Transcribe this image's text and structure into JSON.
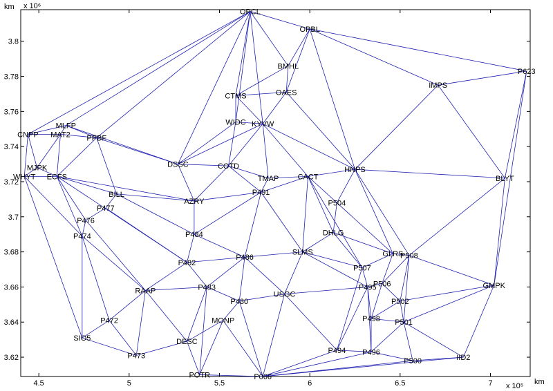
{
  "chart_data": {
    "type": "scatter",
    "title": "",
    "xlabel": "km",
    "ylabel": "km",
    "x_exponent_label": "x 10⁵",
    "y_exponent_label": "x 10⁶",
    "xlim": [
      4.4,
      7.22
    ],
    "ylim": [
      3.609,
      3.818
    ],
    "x_scale": 100000,
    "y_scale": 1000000,
    "x_ticks": [
      "4.5",
      "5",
      "5.5",
      "6",
      "6.5",
      "7"
    ],
    "y_ticks": [
      "3.62",
      "3.64",
      "3.66",
      "3.68",
      "3.7",
      "3.72",
      "3.74",
      "3.76",
      "3.78",
      "3.8"
    ],
    "x_tick_values": [
      4.5,
      5.0,
      5.5,
      6.0,
      6.5,
      7.0
    ],
    "y_tick_values": [
      3.62,
      3.64,
      3.66,
      3.68,
      3.7,
      3.72,
      3.74,
      3.76,
      3.78,
      3.8
    ],
    "grid": false,
    "edge_color": "#2020b0",
    "nodes": [
      {
        "name": "OPCL",
        "x": 5.67,
        "y": 3.817
      },
      {
        "name": "OPBL",
        "x": 6.0,
        "y": 3.807
      },
      {
        "name": "BMHL",
        "x": 5.88,
        "y": 3.786
      },
      {
        "name": "OAES",
        "x": 5.87,
        "y": 3.771
      },
      {
        "name": "CTMS",
        "x": 5.59,
        "y": 3.769
      },
      {
        "name": "IMPS",
        "x": 6.71,
        "y": 3.775
      },
      {
        "name": "P623",
        "x": 7.2,
        "y": 3.783
      },
      {
        "name": "WIDC",
        "x": 5.59,
        "y": 3.754
      },
      {
        "name": "KYVW",
        "x": 5.74,
        "y": 3.753
      },
      {
        "name": "MLFP",
        "x": 4.65,
        "y": 3.752
      },
      {
        "name": "CNPP",
        "x": 4.44,
        "y": 3.747
      },
      {
        "name": "MAT2",
        "x": 4.62,
        "y": 3.747
      },
      {
        "name": "PPBF",
        "x": 4.82,
        "y": 3.745
      },
      {
        "name": "DSSC",
        "x": 5.27,
        "y": 3.73
      },
      {
        "name": "COTD",
        "x": 5.55,
        "y": 3.729
      },
      {
        "name": "HNPS",
        "x": 6.25,
        "y": 3.727
      },
      {
        "name": "MJPK",
        "x": 4.49,
        "y": 3.728
      },
      {
        "name": "WHYT",
        "x": 4.42,
        "y": 3.723
      },
      {
        "name": "ECFS",
        "x": 4.6,
        "y": 3.723
      },
      {
        "name": "CACT",
        "x": 5.99,
        "y": 3.723
      },
      {
        "name": "TMAP",
        "x": 5.77,
        "y": 3.722
      },
      {
        "name": "BLYT",
        "x": 7.08,
        "y": 3.722
      },
      {
        "name": "BILL",
        "x": 4.93,
        "y": 3.713
      },
      {
        "name": "P491",
        "x": 5.73,
        "y": 3.714
      },
      {
        "name": "AZRY",
        "x": 5.36,
        "y": 3.709
      },
      {
        "name": "P504",
        "x": 6.15,
        "y": 3.708
      },
      {
        "name": "P477",
        "x": 4.87,
        "y": 3.705
      },
      {
        "name": "P476",
        "x": 4.76,
        "y": 3.698
      },
      {
        "name": "DHLG",
        "x": 6.13,
        "y": 3.691
      },
      {
        "name": "P484",
        "x": 5.36,
        "y": 3.69
      },
      {
        "name": "P474",
        "x": 4.74,
        "y": 3.689
      },
      {
        "name": "SLMS",
        "x": 5.96,
        "y": 3.68
      },
      {
        "name": "GLRS",
        "x": 6.46,
        "y": 3.679
      },
      {
        "name": "P508",
        "x": 6.55,
        "y": 3.678
      },
      {
        "name": "P486",
        "x": 5.64,
        "y": 3.677
      },
      {
        "name": "P482",
        "x": 5.32,
        "y": 3.674
      },
      {
        "name": "P507",
        "x": 6.29,
        "y": 3.671
      },
      {
        "name": "P506",
        "x": 6.4,
        "y": 3.662
      },
      {
        "name": "GMPK",
        "x": 7.02,
        "y": 3.661
      },
      {
        "name": "P483",
        "x": 5.43,
        "y": 3.66
      },
      {
        "name": "P495",
        "x": 6.32,
        "y": 3.66
      },
      {
        "name": "RAAP",
        "x": 5.09,
        "y": 3.658
      },
      {
        "name": "USGC",
        "x": 5.86,
        "y": 3.656
      },
      {
        "name": "P502",
        "x": 6.5,
        "y": 3.652
      },
      {
        "name": "P480",
        "x": 5.61,
        "y": 3.652
      },
      {
        "name": "P498",
        "x": 6.34,
        "y": 3.642
      },
      {
        "name": "P501",
        "x": 6.52,
        "y": 3.64
      },
      {
        "name": "P472",
        "x": 4.89,
        "y": 3.641
      },
      {
        "name": "MONP",
        "x": 5.52,
        "y": 3.641
      },
      {
        "name": "SIO5",
        "x": 4.74,
        "y": 3.631
      },
      {
        "name": "DESC",
        "x": 5.32,
        "y": 3.629
      },
      {
        "name": "P494",
        "x": 6.15,
        "y": 3.624
      },
      {
        "name": "P496",
        "x": 6.34,
        "y": 3.623
      },
      {
        "name": "P473",
        "x": 5.04,
        "y": 3.621
      },
      {
        "name": "IID2",
        "x": 6.85,
        "y": 3.62
      },
      {
        "name": "P500",
        "x": 6.57,
        "y": 3.618
      },
      {
        "name": "POTR",
        "x": 5.39,
        "y": 3.61
      },
      {
        "name": "P066",
        "x": 5.74,
        "y": 3.609
      }
    ],
    "edges": [
      [
        "OPCL",
        "OPBL"
      ],
      [
        "OPCL",
        "BMHL"
      ],
      [
        "OPCL",
        "CTMS"
      ],
      [
        "OPCL",
        "WIDC"
      ],
      [
        "OPCL",
        "KYVW"
      ],
      [
        "OPCL",
        "DSSC"
      ],
      [
        "OPCL",
        "MLFP"
      ],
      [
        "OPCL",
        "CNPP"
      ],
      [
        "OPCL",
        "PPBF"
      ],
      [
        "OPBL",
        "BMHL"
      ],
      [
        "OPBL",
        "OAES"
      ],
      [
        "OPBL",
        "P623"
      ],
      [
        "OPBL",
        "IMPS"
      ],
      [
        "OPBL",
        "HNPS"
      ],
      [
        "BMHL",
        "CTMS"
      ],
      [
        "BMHL",
        "OAES"
      ],
      [
        "CTMS",
        "OAES"
      ],
      [
        "CTMS",
        "WIDC"
      ],
      [
        "CTMS",
        "KYVW"
      ],
      [
        "OAES",
        "KYVW"
      ],
      [
        "OAES",
        "HNPS"
      ],
      [
        "IMPS",
        "P623"
      ],
      [
        "IMPS",
        "HNPS"
      ],
      [
        "IMPS",
        "BLYT"
      ],
      [
        "P623",
        "BLYT"
      ],
      [
        "P623",
        "GMPK"
      ],
      [
        "WIDC",
        "KYVW"
      ],
      [
        "WIDC",
        "COTD"
      ],
      [
        "WIDC",
        "DSSC"
      ],
      [
        "KYVW",
        "DSSC"
      ],
      [
        "KYVW",
        "COTD"
      ],
      [
        "KYVW",
        "TMAP"
      ],
      [
        "KYVW",
        "CACT"
      ],
      [
        "KYVW",
        "HNPS"
      ],
      [
        "DSSC",
        "MLFP"
      ],
      [
        "DSSC",
        "PPBF"
      ],
      [
        "DSSC",
        "COTD"
      ],
      [
        "DSSC",
        "AZRY"
      ],
      [
        "MLFP",
        "CNPP"
      ],
      [
        "MLFP",
        "MAT2"
      ],
      [
        "MLFP",
        "PPBF"
      ],
      [
        "CNPP",
        "MAT2"
      ],
      [
        "CNPP",
        "MJPK"
      ],
      [
        "CNPP",
        "WHYT"
      ],
      [
        "MAT2",
        "PPBF"
      ],
      [
        "MAT2",
        "MJPK"
      ],
      [
        "MAT2",
        "ECFS"
      ],
      [
        "PPBF",
        "ECFS"
      ],
      [
        "PPBF",
        "BILL"
      ],
      [
        "COTD",
        "AZRY"
      ],
      [
        "COTD",
        "P491"
      ],
      [
        "COTD",
        "TMAP"
      ],
      [
        "TMAP",
        "CACT"
      ],
      [
        "TMAP",
        "P491"
      ],
      [
        "CACT",
        "HNPS"
      ],
      [
        "CACT",
        "P491"
      ],
      [
        "CACT",
        "SLMS"
      ],
      [
        "CACT",
        "DHLG"
      ],
      [
        "CACT",
        "P504"
      ],
      [
        "CACT",
        "P507"
      ],
      [
        "HNPS",
        "BLYT"
      ],
      [
        "HNPS",
        "P504"
      ],
      [
        "HNPS",
        "GLRS"
      ],
      [
        "HNPS",
        "P508"
      ],
      [
        "BLYT",
        "GMPK"
      ],
      [
        "BLYT",
        "P508"
      ],
      [
        "MJPK",
        "WHYT"
      ],
      [
        "MJPK",
        "ECFS"
      ],
      [
        "WHYT",
        "ECFS"
      ],
      [
        "WHYT",
        "P474"
      ],
      [
        "WHYT",
        "SIO5"
      ],
      [
        "ECFS",
        "BILL"
      ],
      [
        "ECFS",
        "P476"
      ],
      [
        "ECFS",
        "P474"
      ],
      [
        "ECFS",
        "P482"
      ],
      [
        "ECFS",
        "AZRY"
      ],
      [
        "BILL",
        "AZRY"
      ],
      [
        "BILL",
        "P477"
      ],
      [
        "BILL",
        "P484"
      ],
      [
        "AZRY",
        "P491"
      ],
      [
        "AZRY",
        "P484"
      ],
      [
        "P491",
        "P484"
      ],
      [
        "P491",
        "P486"
      ],
      [
        "P491",
        "SLMS"
      ],
      [
        "P504",
        "DHLG"
      ],
      [
        "P504",
        "GLRS"
      ],
      [
        "P477",
        "P476"
      ],
      [
        "P477",
        "P482"
      ],
      [
        "P476",
        "P474"
      ],
      [
        "P476",
        "RAAP"
      ],
      [
        "DHLG",
        "SLMS"
      ],
      [
        "DHLG",
        "GLRS"
      ],
      [
        "DHLG",
        "P507"
      ],
      [
        "P484",
        "P482"
      ],
      [
        "P484",
        "P486"
      ],
      [
        "P474",
        "SIO5"
      ],
      [
        "P474",
        "P472"
      ],
      [
        "P474",
        "RAAP"
      ],
      [
        "SLMS",
        "P486"
      ],
      [
        "SLMS",
        "USGC"
      ],
      [
        "SLMS",
        "P495"
      ],
      [
        "SLMS",
        "P507"
      ],
      [
        "GLRS",
        "P508"
      ],
      [
        "GLRS",
        "P507"
      ],
      [
        "GLRS",
        "P506"
      ],
      [
        "P508",
        "GMPK"
      ],
      [
        "P508",
        "P506"
      ],
      [
        "P508",
        "P502"
      ],
      [
        "P508",
        "P501"
      ],
      [
        "P486",
        "P482"
      ],
      [
        "P486",
        "P483"
      ],
      [
        "P486",
        "P480"
      ],
      [
        "P486",
        "USGC"
      ],
      [
        "P482",
        "RAAP"
      ],
      [
        "P482",
        "P483"
      ],
      [
        "P507",
        "P495"
      ],
      [
        "P507",
        "P494"
      ],
      [
        "P506",
        "P495"
      ],
      [
        "P506",
        "P502"
      ],
      [
        "P506",
        "P498"
      ],
      [
        "GMPK",
        "P502"
      ],
      [
        "GMPK",
        "P501"
      ],
      [
        "GMPK",
        "IID2"
      ],
      [
        "P483",
        "RAAP"
      ],
      [
        "P483",
        "P480"
      ],
      [
        "P483",
        "DESC"
      ],
      [
        "P483",
        "POTR"
      ],
      [
        "P495",
        "USGC"
      ],
      [
        "P495",
        "P494"
      ],
      [
        "P495",
        "P498"
      ],
      [
        "P495",
        "P496"
      ],
      [
        "RAAP",
        "P472"
      ],
      [
        "RAAP",
        "P473"
      ],
      [
        "RAAP",
        "DESC"
      ],
      [
        "USGC",
        "P480"
      ],
      [
        "USGC",
        "P066"
      ],
      [
        "USGC",
        "P494"
      ],
      [
        "P502",
        "P498"
      ],
      [
        "P502",
        "P501"
      ],
      [
        "P480",
        "MONP"
      ],
      [
        "P480",
        "P066"
      ],
      [
        "P498",
        "P501"
      ],
      [
        "P498",
        "P496"
      ],
      [
        "P501",
        "P500"
      ],
      [
        "P501",
        "IID2"
      ],
      [
        "P501",
        "P496"
      ],
      [
        "P472",
        "SIO5"
      ],
      [
        "P472",
        "P473"
      ],
      [
        "MONP",
        "DESC"
      ],
      [
        "MONP",
        "POTR"
      ],
      [
        "MONP",
        "P066"
      ],
      [
        "SIO5",
        "P473"
      ],
      [
        "DESC",
        "P473"
      ],
      [
        "DESC",
        "POTR"
      ],
      [
        "P494",
        "P066"
      ],
      [
        "P494",
        "P496"
      ],
      [
        "P496",
        "P500"
      ],
      [
        "P496",
        "P066"
      ],
      [
        "IID2",
        "P500"
      ],
      [
        "IID2",
        "P066"
      ],
      [
        "P500",
        "P066"
      ],
      [
        "POTR",
        "P066"
      ]
    ]
  }
}
